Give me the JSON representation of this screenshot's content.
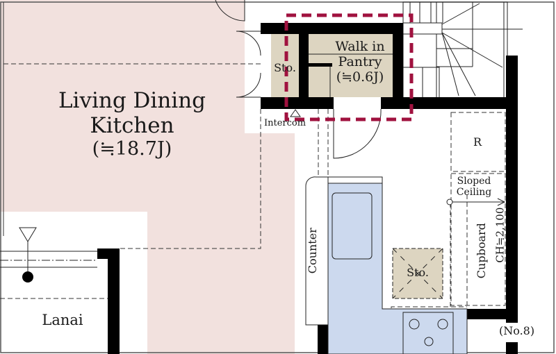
{
  "rooms": {
    "ldk": {
      "name_line1": "Living Dining",
      "name_line2": "Kitchen",
      "size": "(≒18.7J)"
    },
    "pantry": {
      "name_line1": "Walk in",
      "name_line2": "Pantry",
      "size": "(≒0.6J)"
    },
    "storage_top": "Sto.",
    "storage_kitchen": "Sto.",
    "lanai": "Lanai"
  },
  "labels": {
    "intercom": "Intercom",
    "refrigerator": "R",
    "sloped_line1": "Sloped",
    "sloped_line2": "Ceiling",
    "counter": "Counter",
    "cupboard": "Cupboard",
    "ceiling_height": "CH≒2,100",
    "unit_number": "(No.8)"
  },
  "colors": {
    "ldk_fill": "#f2e1de",
    "storage_fill": "#ddd5c1",
    "kitchen_fill": "#ccd9ee",
    "highlight": "#a0123f",
    "wall": "#000000"
  }
}
